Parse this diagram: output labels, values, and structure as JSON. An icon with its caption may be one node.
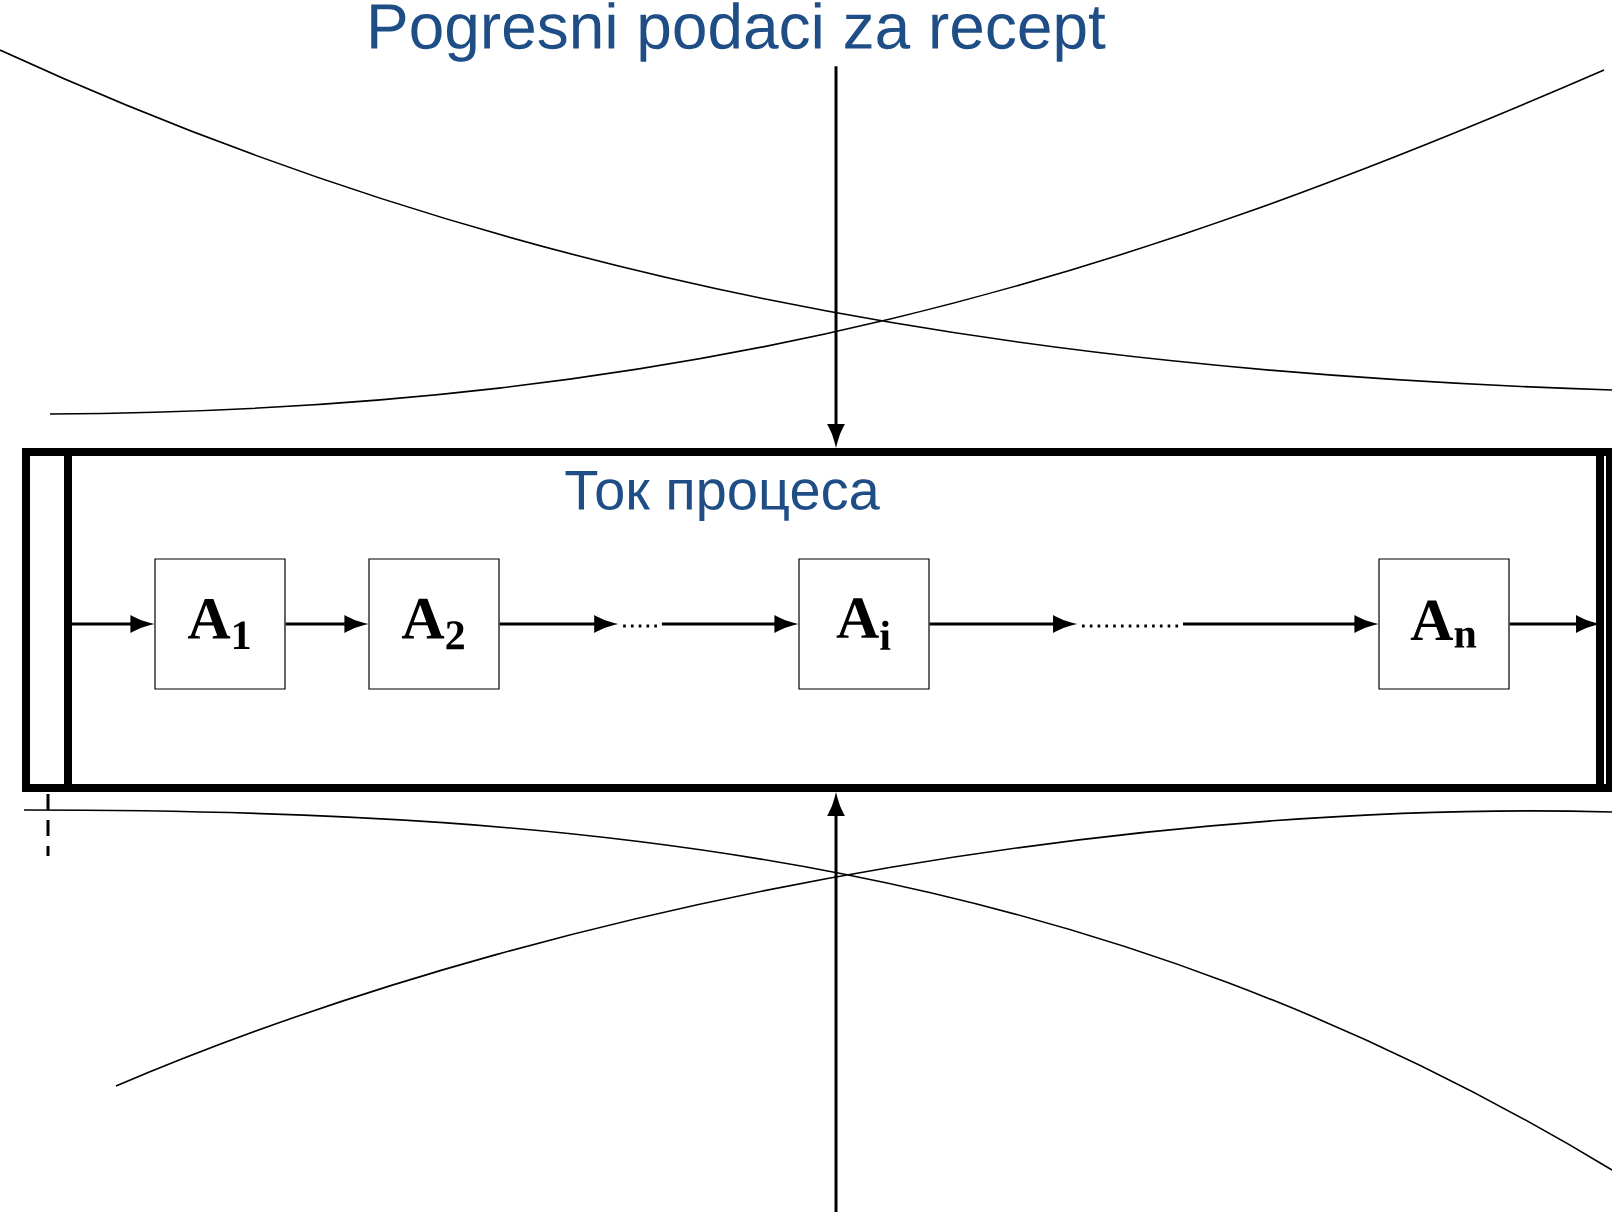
{
  "diagram": {
    "nodes": [
      {
        "text": [
          "Ток процеса"
        ]
      },
      {
        "text": [
          "A$_{1}$"
        ],
        "in": 0
      },
      {
        "text": [
          "A$_{2}$"
        ],
        "in": 0
      },
      {
        "text": [
          "....."
        ],
        "in": 0
      },
      {
        "text": [
          "A$_{i}$"
        ],
        "in": 0
      },
      {
        "text": [
          "............."
        ],
        "in": 0
      },
      {
        "text": [
          "A$_{n}$"
        ],
        "in": 0
      },
      {
        "text": [
          "Pogresni podaci za recept"
        ]
      }
    ],
    "edges": [
      {
        "from": null,
        "to": 1,
        "arrow": "to"
      },
      {
        "from": 1,
        "to": 2,
        "arrow": "to"
      },
      {
        "from": 2,
        "to": 3,
        "arrow": "to"
      },
      {
        "from": 3,
        "to": 4,
        "arrow": "to"
      },
      {
        "from": 4,
        "to": 5,
        "arrow": "to"
      },
      {
        "from": 5,
        "to": 6,
        "arrow": "to"
      },
      {
        "from": 6,
        "to": null,
        "arrow": "to"
      },
      {
        "from": 7,
        "to": 0,
        "arrow": "to"
      },
      {
        "from": null,
        "to": 0,
        "arrow": "to"
      }
    ]
  }
}
